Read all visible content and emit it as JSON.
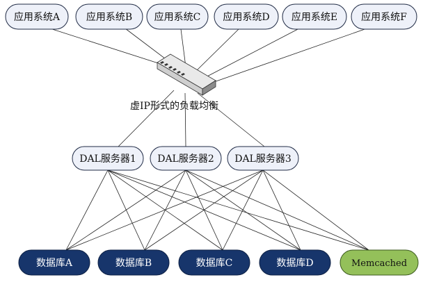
{
  "app_systems": [
    {
      "label": "应用系统A"
    },
    {
      "label": "应用系统B"
    },
    {
      "label": "应用系统C"
    },
    {
      "label": "应用系统D"
    },
    {
      "label": "应用系统E"
    },
    {
      "label": "应用系统F"
    }
  ],
  "load_balancer": {
    "label": "虚IP形式的负载均衡",
    "icon": "network-switch-icon"
  },
  "dal_servers": [
    {
      "label": "DAL服务器1"
    },
    {
      "label": "DAL服务器2"
    },
    {
      "label": "DAL服务器3"
    }
  ],
  "databases": [
    {
      "label": "数据库A"
    },
    {
      "label": "数据库B"
    },
    {
      "label": "数据库C"
    },
    {
      "label": "数据库D"
    }
  ],
  "cache": {
    "label": "Memcached"
  },
  "colors": {
    "node_fill": "#eef1f9",
    "db_fill": "#17356b",
    "cache_fill": "#94c05a",
    "line": "#222222"
  }
}
